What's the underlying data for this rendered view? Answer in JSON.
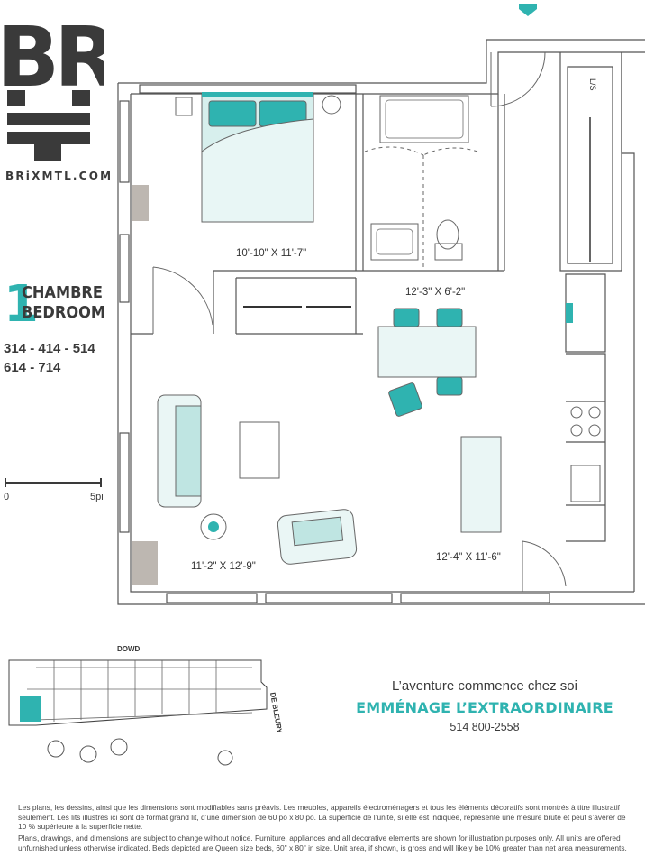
{
  "brand": {
    "logo_text": "BRIX",
    "url": "BRiXMTL.COM"
  },
  "unit": {
    "number": "1",
    "type_fr": "CHAMBRE",
    "type_en": "BEDROOM",
    "unit_numbers_line1": "314 - 414 - 514",
    "unit_numbers_line2": "614 - 714"
  },
  "scale": {
    "start": "0",
    "end": "5pi"
  },
  "rooms": {
    "bedroom": "10'-10\" X 11'-7\"",
    "bathroom": "12'-3\" X 6'-2\"",
    "living": "11'-2\" X 12'-9\"",
    "kitchen": "12'-4\" X 11'-6\"",
    "laundry": "L/S"
  },
  "site_plan": {
    "street_top": "DOWD",
    "street_right": "DE BLEURY"
  },
  "tagline": {
    "line1": "L’aventure commence chez soi",
    "line2": "EMMÉNAGE L’EXTRAORDINAIRE",
    "phone": "514 800-2558"
  },
  "disclaimer": {
    "fr": "Les plans, les dessins, ainsi que les dimensions sont modifiables sans préavis. Les meubles, appareils électroménagers et tous les éléments décoratifs sont montrés à titre illustratif seulement. Les lits illustrés ici sont de format grand lit, d’une dimension de 60 po x 80 po. La superficie de l’unité, si elle est indiquée, représente une mesure brute et peut s’avérer de 10 % supérieure à la superficie nette.",
    "en": "Plans, drawings, and dimensions are subject to change without notice. Furniture, appliances and all decorative elements are shown for illustration purposes only. All units are offered unfurnished unless otherwise indicated. Beds depicted are Queen size beds, 60\" x 80\" in size. Unit area, if shown, is gross and will likely be 10% greater than net area measurements."
  },
  "colors": {
    "accent": "#2fb3b0",
    "accent_light": "#bfe5e2",
    "text": "#3a3a3a",
    "highlight_unit": "#2fb3b0"
  }
}
